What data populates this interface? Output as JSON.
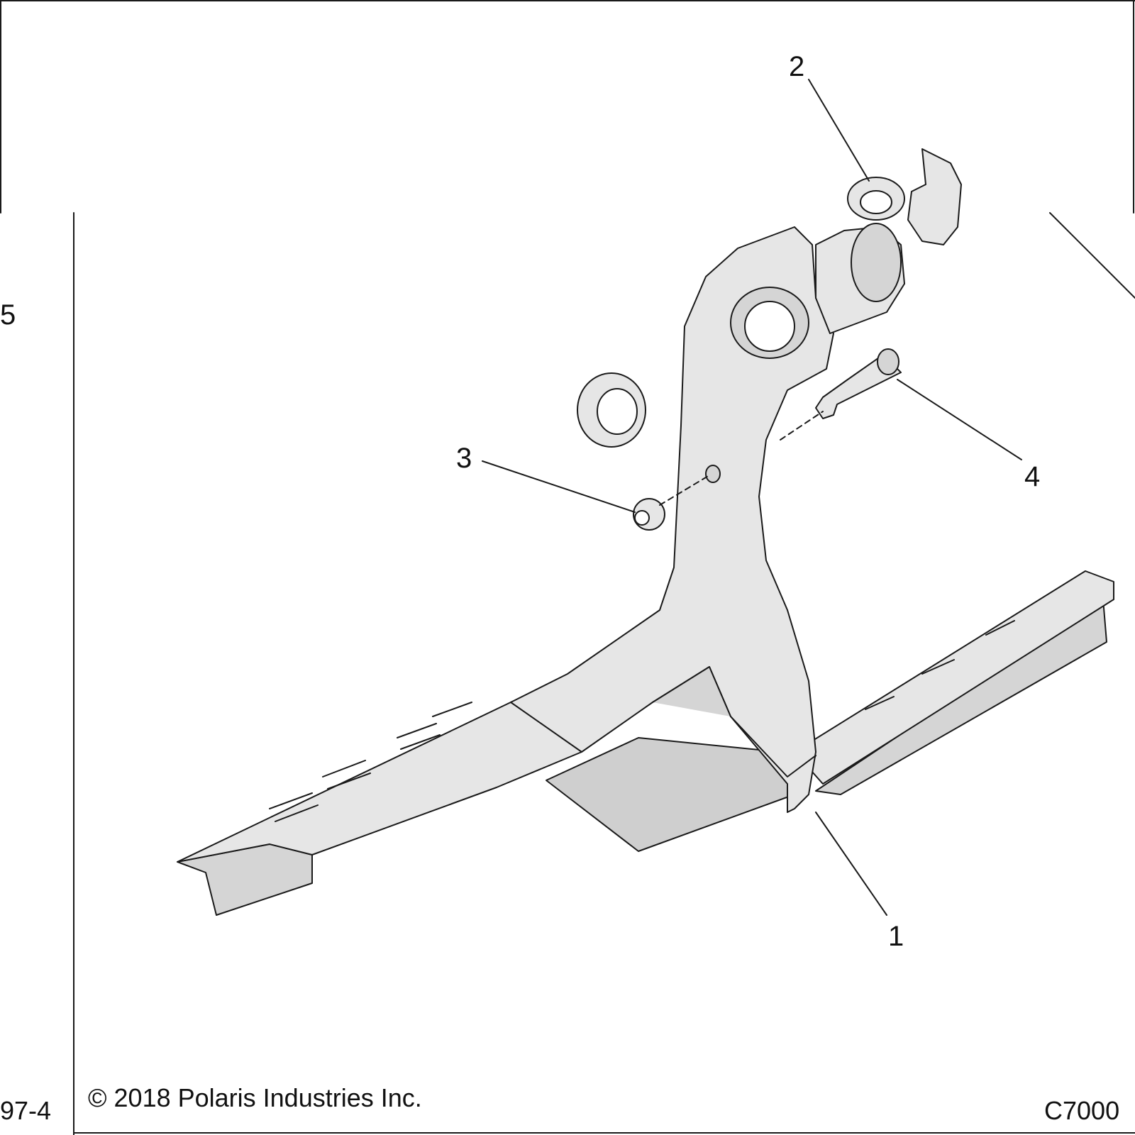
{
  "callouts": {
    "c1": "1",
    "c2": "2",
    "c3": "3",
    "c4": "4"
  },
  "footer": {
    "copyright": "© 2018 Polaris Industries Inc.",
    "doc_number": "C7000",
    "left_number": "97-4"
  },
  "margin": {
    "left_digit": "5"
  },
  "colors": {
    "part_fill": "#e6e6e6",
    "part_shade": "#cfcfcf",
    "line": "#1a1a1a",
    "background": "#ffffff"
  }
}
